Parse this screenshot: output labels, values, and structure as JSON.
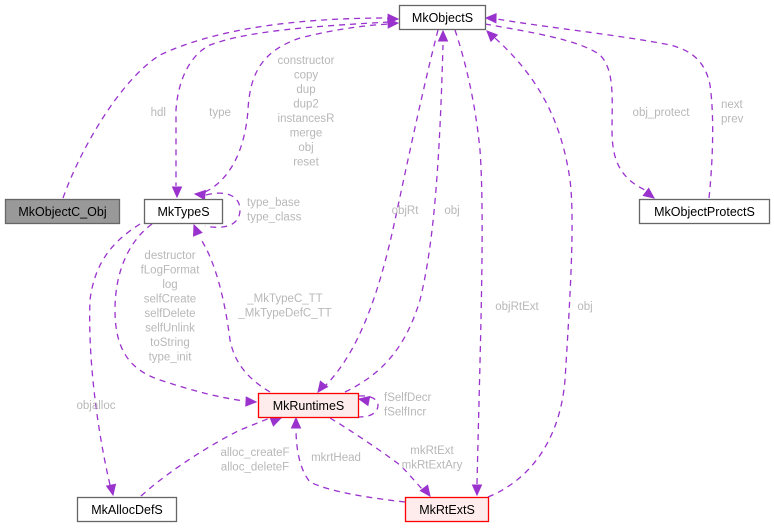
{
  "diagram": {
    "type": "collaboration-graph",
    "colors": {
      "edge": "#9a32cd",
      "label": "#b8b8b8",
      "node_default_fill": "#ffffff",
      "node_default_stroke": "#666666",
      "node_highlight_fill": "#fdeceb",
      "node_highlight_stroke": "#ff0000",
      "node_current_fill": "#999999",
      "node_current_stroke": "#666666"
    },
    "nodes": [
      {
        "id": "MkObjectS",
        "label": "MkObjectS",
        "style": "default"
      },
      {
        "id": "MkObjectC_Obj",
        "label": "MkObjectC_Obj",
        "style": "current"
      },
      {
        "id": "MkTypeS",
        "label": "MkTypeS",
        "style": "default"
      },
      {
        "id": "MkObjectProtectS",
        "label": "MkObjectProtectS",
        "style": "default"
      },
      {
        "id": "MkRuntimeS",
        "label": "MkRuntimeS",
        "style": "highlight"
      },
      {
        "id": "MkAllocDefS",
        "label": "MkAllocDefS",
        "style": "default"
      },
      {
        "id": "MkRtExtS",
        "label": "MkRtExtS",
        "style": "highlight"
      }
    ],
    "edges": [
      {
        "from": "MkObjectC_Obj",
        "to": "MkObjectS",
        "labels": [
          "hdl"
        ]
      },
      {
        "from": "MkObjectS",
        "to": "MkTypeS",
        "labels": [
          "type"
        ]
      },
      {
        "from": "MkTypeS",
        "to": "MkObjectS",
        "labels": [
          "constructor",
          "copy",
          "dup",
          "dup2",
          "instancesR",
          "merge",
          "obj",
          "reset"
        ]
      },
      {
        "from": "MkTypeS",
        "to": "MkTypeS",
        "labels": [
          "type_base",
          "type_class"
        ]
      },
      {
        "from": "MkObjectS",
        "to": "MkObjectProtectS",
        "labels": [
          "obj_protect"
        ]
      },
      {
        "from": "MkObjectProtectS",
        "to": "MkObjectS",
        "labels": [
          "next",
          "prev"
        ]
      },
      {
        "from": "MkTypeS",
        "to": "MkRuntimeS",
        "labels": [
          "destructor",
          "fLogFormat",
          "log",
          "selfCreate",
          "selfDelete",
          "selfUnlink",
          "toString",
          "type_init"
        ]
      },
      {
        "from": "MkRuntimeS",
        "to": "MkTypeS",
        "labels": [
          "_MkTypeC_TT",
          "_MkTypeDefC_TT"
        ]
      },
      {
        "from": "MkObjectS",
        "to": "MkRuntimeS",
        "labels": [
          "objRt"
        ]
      },
      {
        "from": "MkRuntimeS",
        "to": "MkObjectS",
        "labels": [
          "obj"
        ]
      },
      {
        "from": "MkObjectS",
        "to": "MkRtExtS",
        "labels": [
          "objRtExt"
        ]
      },
      {
        "from": "MkRtExtS",
        "to": "MkObjectS",
        "labels": [
          "obj"
        ]
      },
      {
        "from": "MkTypeS",
        "to": "MkAllocDefS",
        "labels": [
          "objalloc"
        ]
      },
      {
        "from": "MkRuntimeS",
        "to": "MkRuntimeS",
        "labels": [
          "fSelfDecr",
          "fSelfIncr"
        ]
      },
      {
        "from": "MkAllocDefS",
        "to": "MkRuntimeS",
        "labels": [
          "alloc_createF",
          "alloc_deleteF"
        ]
      },
      {
        "from": "MkRtExtS",
        "to": "MkRuntimeS",
        "labels": [
          "mkrtHead"
        ]
      },
      {
        "from": "MkRuntimeS",
        "to": "MkRtExtS",
        "labels": [
          "mkRtExt",
          "mkRtExtAry"
        ]
      }
    ]
  }
}
